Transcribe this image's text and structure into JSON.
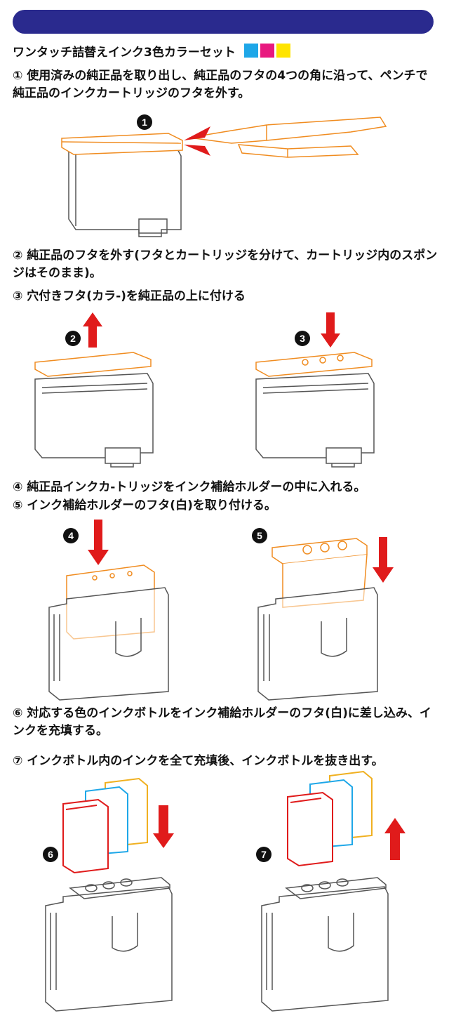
{
  "colors": {
    "banner": "#2a2a8e",
    "cyan": "#1ea7e8",
    "magenta": "#e8197f",
    "yellow": "#ffe400",
    "orange": "#f08c20",
    "red": "#e01b1b",
    "gray": "#555555"
  },
  "header": {
    "title": "ワンタッチ詰替えインク3色カラーセット"
  },
  "steps": [
    {
      "text": "① 使用済みの純正品を取り出し、純正品のフタの4つの角に沿って、ペンチで純正品のインクカートリッジのフタを外す。"
    },
    {
      "text": "② 純正品のフタを外す(フタとカートリッジを分けて、カートリッジ内のスポンジはそのまま)。"
    },
    {
      "text": "③ 穴付きフタ(カラ-)を純正品の上に付ける"
    },
    {
      "text": "④ 純正品インクカ-トリッジをインク補給ホルダーの中に入れる。"
    },
    {
      "text": "⑤ インク補給ホルダーのフタ(白)を取り付ける。"
    },
    {
      "text": "⑥ 対応する色のインクボトルをインク補給ホルダーのフタ(白)に差し込み、インクを充填する。"
    },
    {
      "text": "⑦ インクボトル内のインクを全て充填後、インクボトルを抜き出す。"
    }
  ],
  "figures": [
    {
      "number": "1",
      "icon": "pliers-removing-cap"
    },
    {
      "number": "2",
      "icon": "arrow-up-cap-removed"
    },
    {
      "number": "3",
      "icon": "arrow-down-holed-cap"
    },
    {
      "number": "4",
      "icon": "arrow-down-into-holder"
    },
    {
      "number": "5",
      "icon": "arrow-down-holder-lid"
    },
    {
      "number": "6",
      "icon": "arrow-down-ink-bottles"
    },
    {
      "number": "7",
      "icon": "arrow-up-ink-bottles"
    }
  ]
}
